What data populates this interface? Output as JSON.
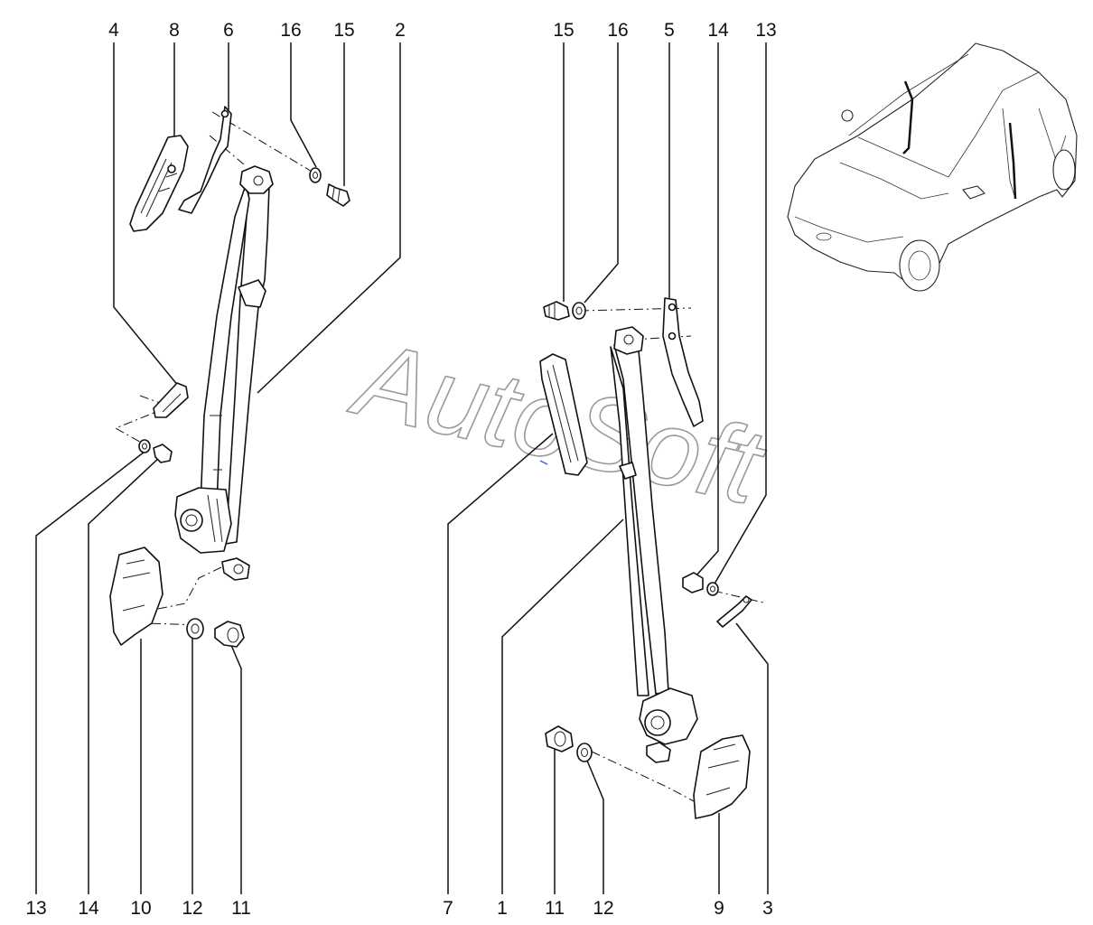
{
  "watermark": "AutoSoft",
  "labels": {
    "l_4": "4",
    "l_8": "8",
    "l_6": "6",
    "l_16": "16",
    "l_15": "15",
    "l_2": "2",
    "r_15": "15",
    "r_16": "16",
    "r_5": "5",
    "r_14": "14",
    "r_13": "13",
    "b_13": "13",
    "b_14": "14",
    "b_10": "10",
    "b_12": "12",
    "b_11": "11",
    "b_7": "7",
    "b_1": "1",
    "b_11b": "11",
    "b_12b": "12",
    "b_9": "9",
    "b_3": "3"
  }
}
